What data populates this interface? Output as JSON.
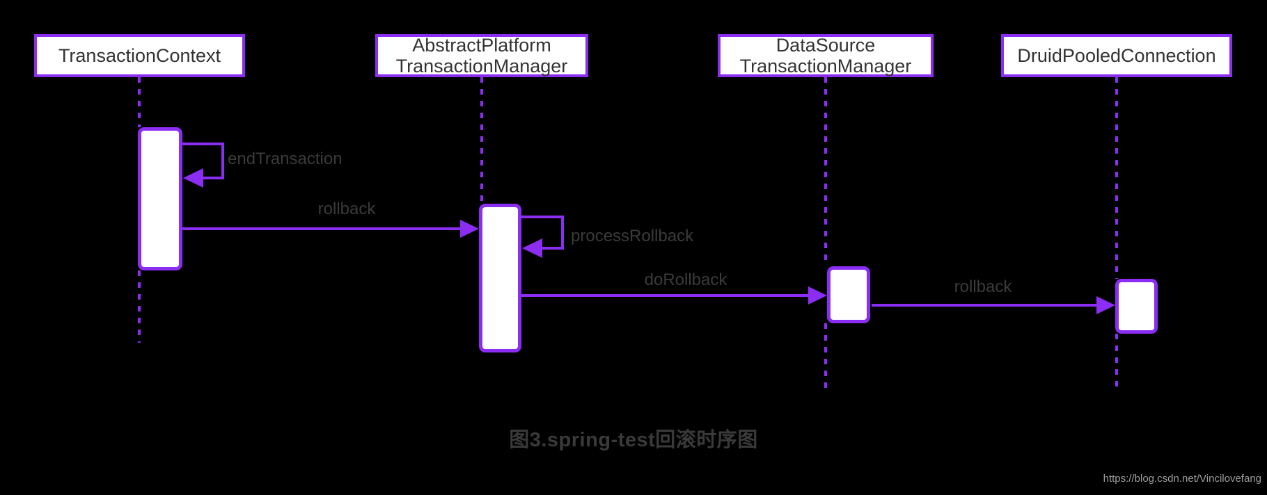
{
  "colors": {
    "accent": "#8b2df2",
    "bg": "#000000",
    "box_fill": "#ffffff",
    "actor_text": "#333333",
    "label_text": "#3b3b3b",
    "caption_text": "#3a3a3a",
    "watermark_text": "#9e9e9e"
  },
  "diagram_type": "uml-sequence-diagram",
  "actors": [
    {
      "name": "TransactionContext"
    },
    {
      "name": "AbstractPlatform\nTransactionManager"
    },
    {
      "name": "DataSource\nTransactionManager"
    },
    {
      "name": "DruidPooledConnection"
    }
  ],
  "messages": [
    {
      "label": "endTransaction",
      "kind": "self-call",
      "from": "TransactionContext",
      "to": "TransactionContext"
    },
    {
      "label": "rollback",
      "kind": "call",
      "from": "TransactionContext",
      "to": "AbstractPlatform TransactionManager"
    },
    {
      "label": "processRollback",
      "kind": "self-call",
      "from": "AbstractPlatform TransactionManager",
      "to": "AbstractPlatform TransactionManager"
    },
    {
      "label": "doRollback",
      "kind": "call",
      "from": "AbstractPlatform TransactionManager",
      "to": "DataSource TransactionManager"
    },
    {
      "label": "rollback",
      "kind": "call",
      "from": "DataSource TransactionManager",
      "to": "DruidPooledConnection"
    }
  ],
  "caption": "图3.spring-test回滚时序图",
  "watermark": "https://blog.csdn.net/Vincilovefang"
}
